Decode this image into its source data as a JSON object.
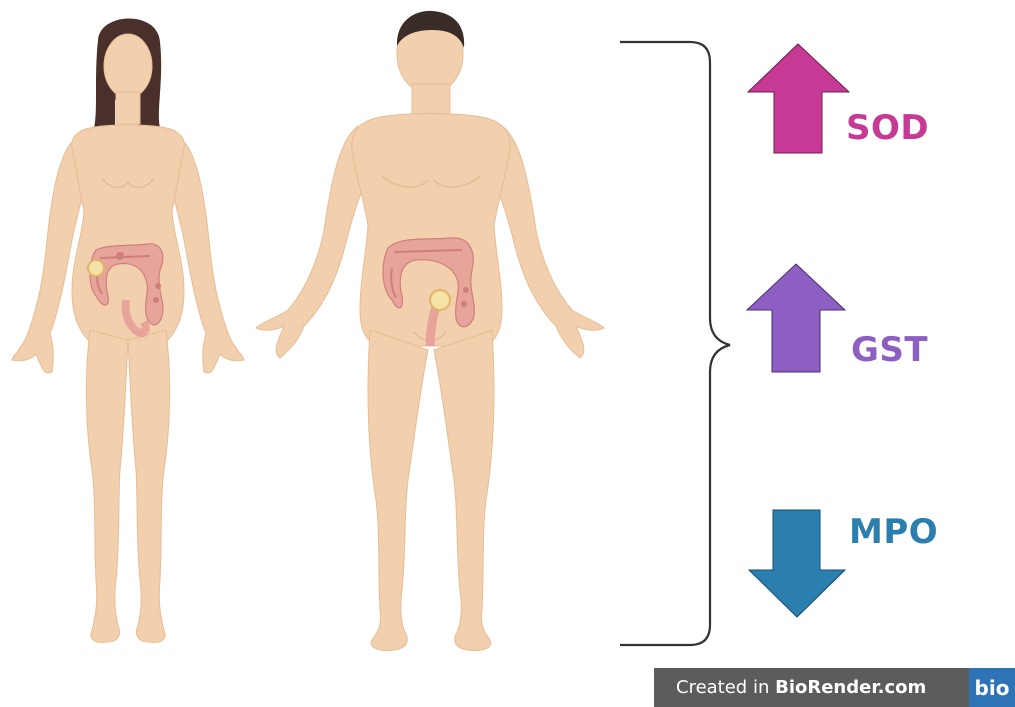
{
  "markers": [
    {
      "label": "SOD",
      "direction": "up",
      "color": "#c63a96"
    },
    {
      "label": "GST",
      "direction": "up",
      "color": "#8e5fc3"
    },
    {
      "label": "MPO",
      "direction": "down",
      "color": "#2b7fae"
    }
  ],
  "colors": {
    "skin": "#f2cfad",
    "skin_shadow": "#e6bd96",
    "hair_female": "#4a302a",
    "hair_male": "#3a2c26",
    "colon": "#e7a49a",
    "colon_dark": "#cf7f78",
    "tumor": "#f5e2a6",
    "brace": "#333333"
  },
  "watermark": {
    "prefix": "Created in ",
    "brand": "BioRender.com",
    "logo": "bio"
  }
}
